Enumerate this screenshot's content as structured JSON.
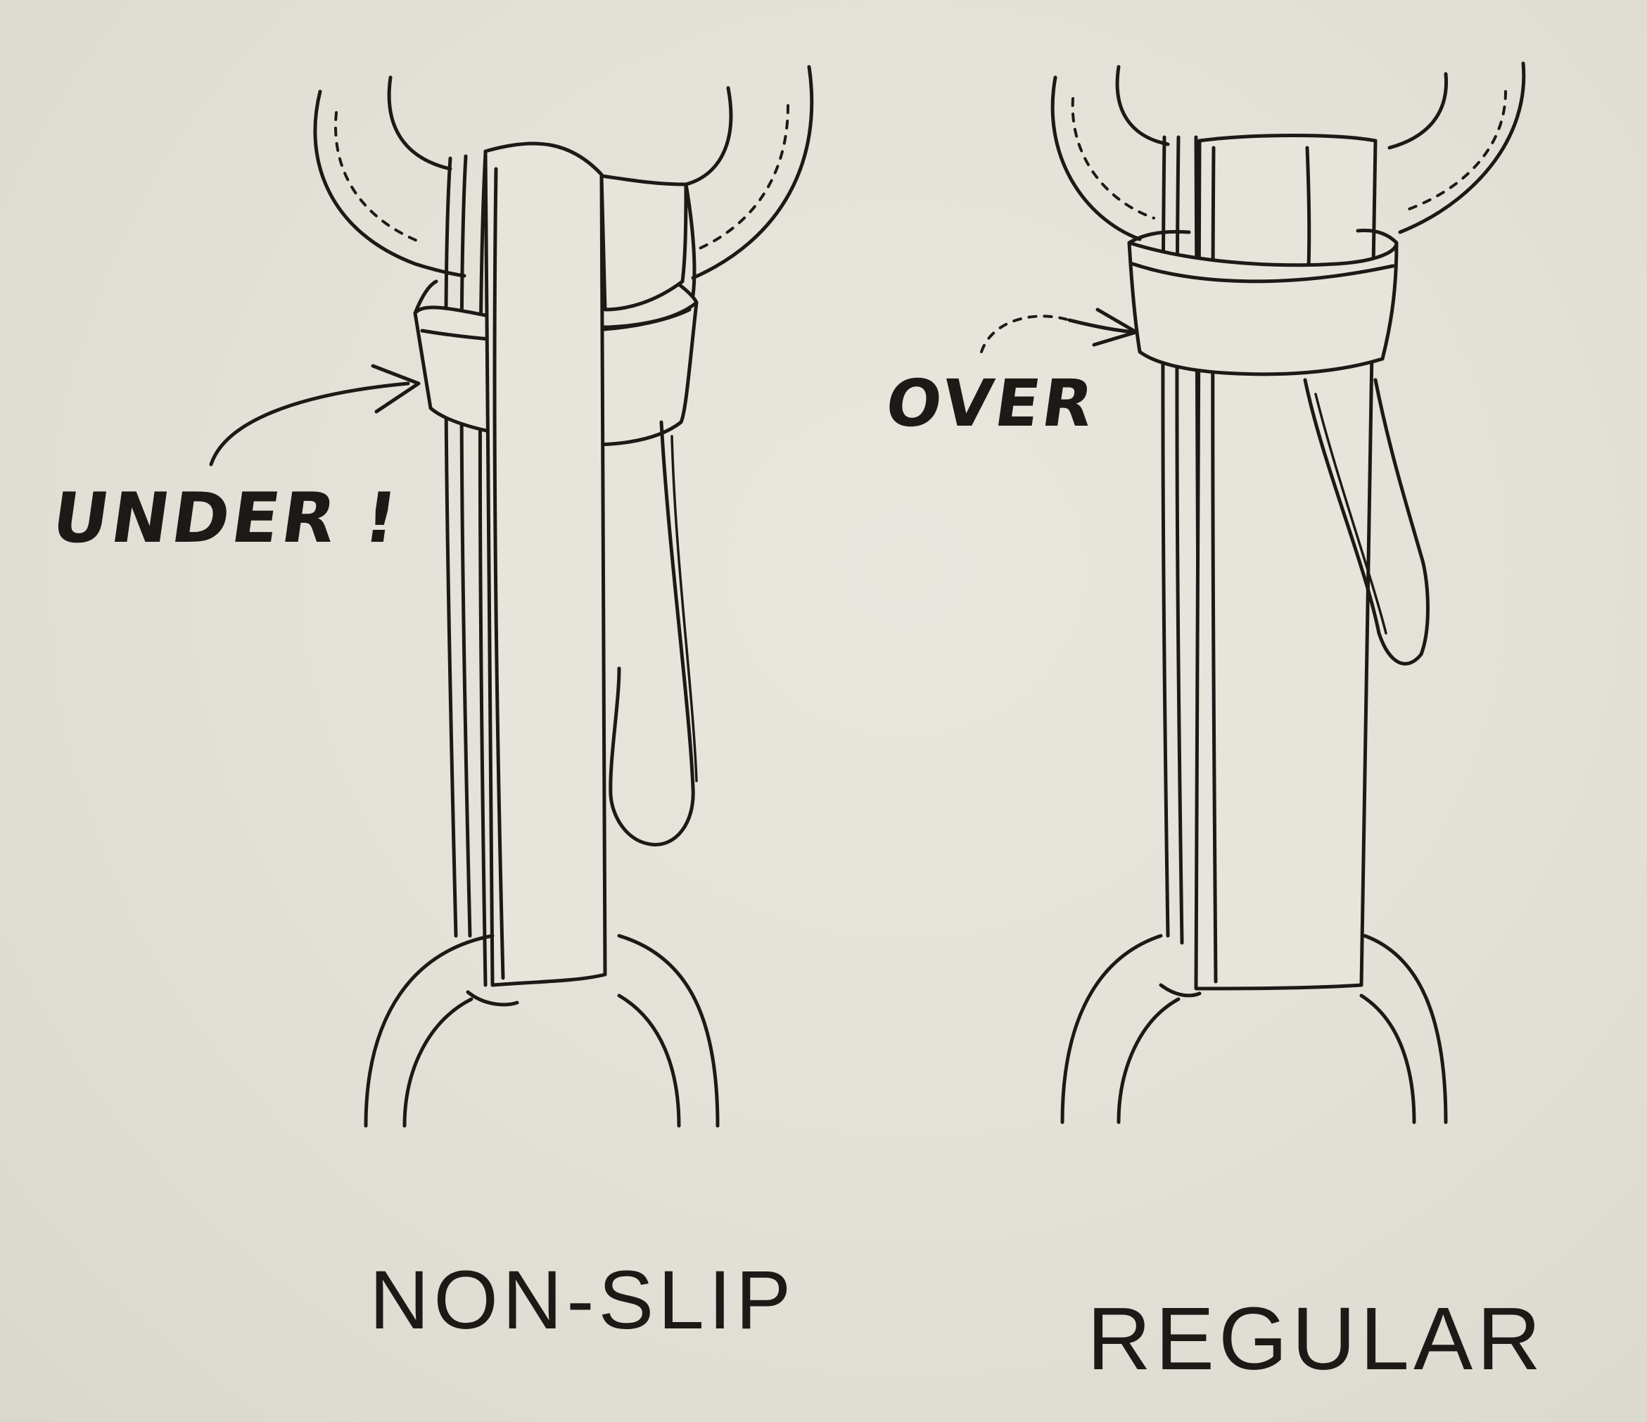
{
  "figures": [
    {
      "id": "non-slip",
      "caption": "NON-SLIP",
      "annotation": "UNDER !"
    },
    {
      "id": "regular",
      "caption": "REGULAR",
      "annotation": "OVER"
    }
  ],
  "colors": {
    "background": "#e3e2d9",
    "ink": "#1c1a17"
  }
}
